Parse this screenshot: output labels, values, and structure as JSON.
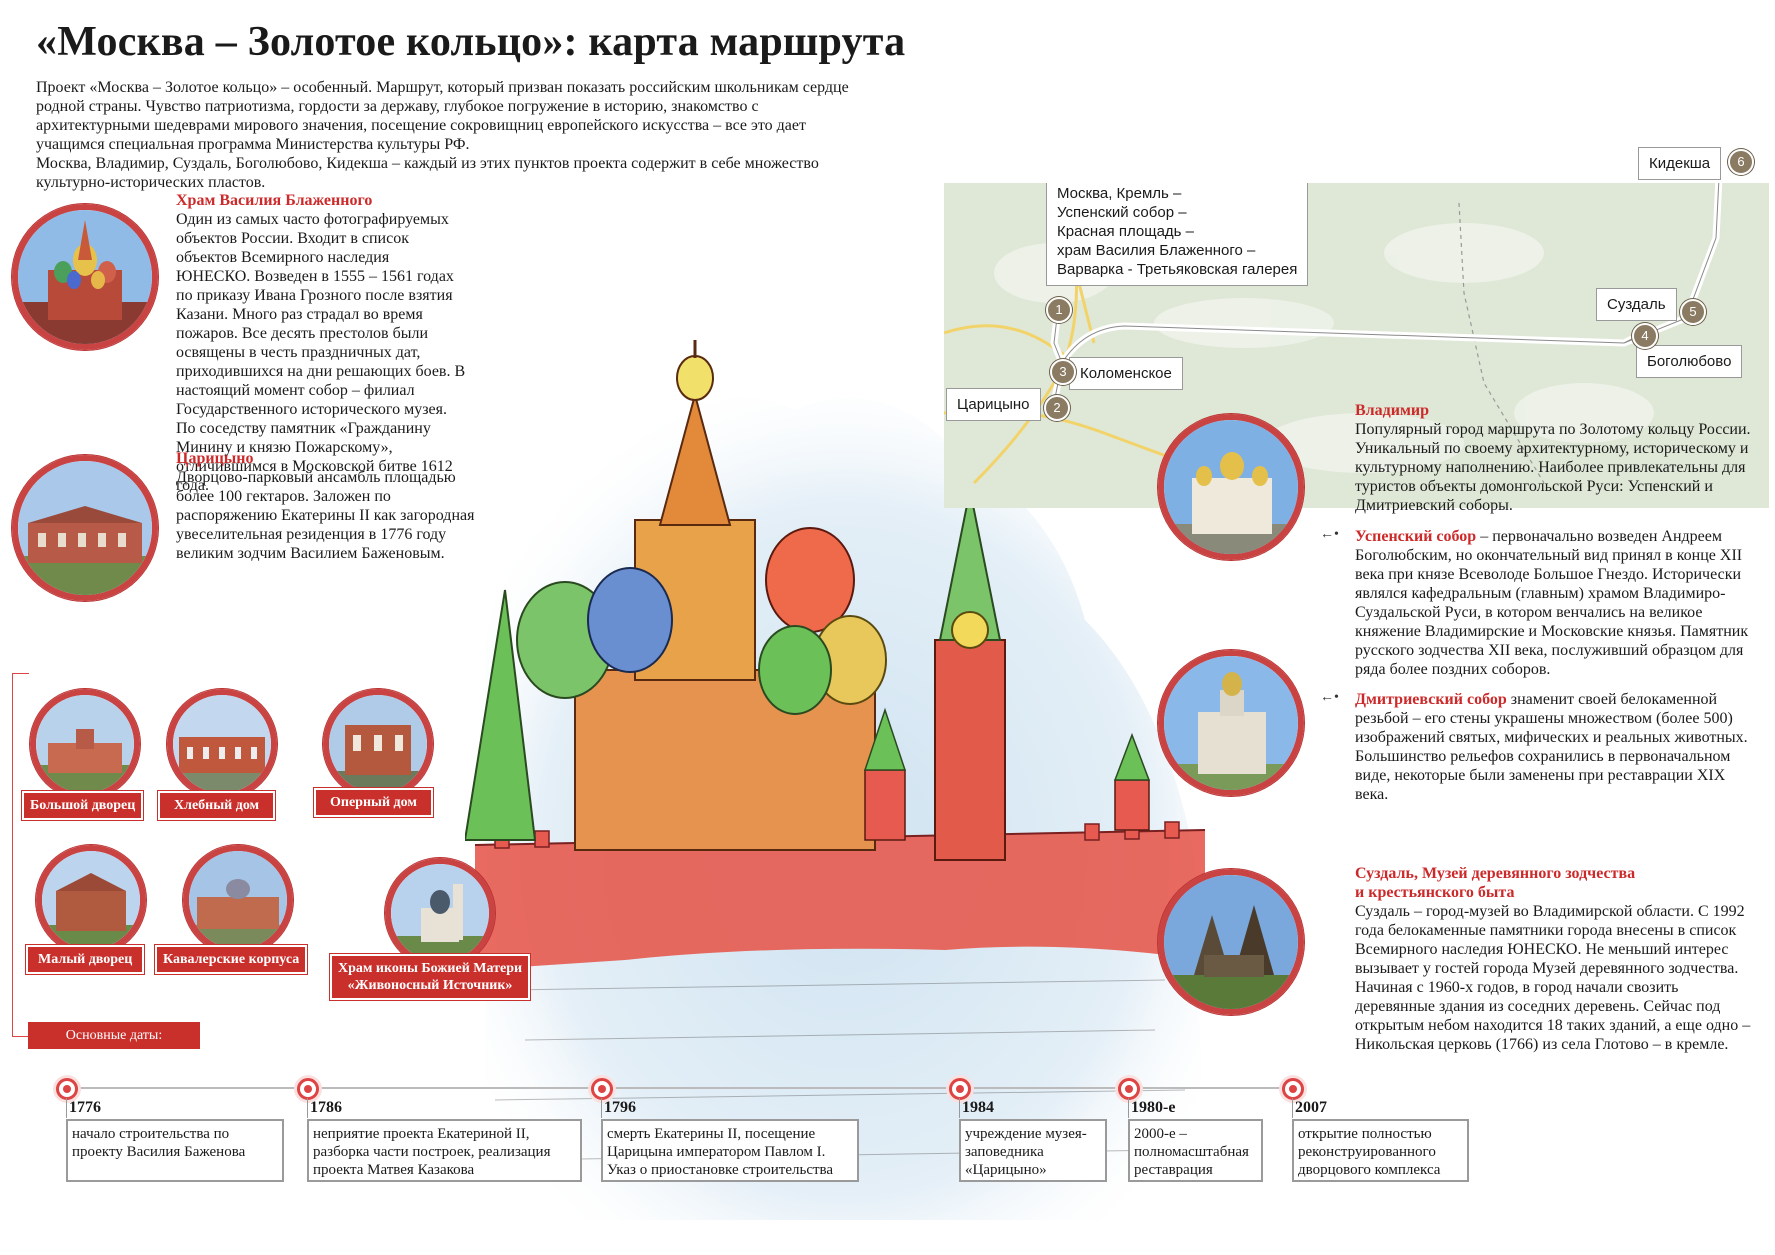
{
  "title": "«Москва – Золотое кольцо»: карта маршрута",
  "intro": [
    "Проект «Москва – Золотое кольцо» – особенный. Маршрут, который призван показать российским школьникам сердце родной страны. Чувство патриотизма, гордости за державу, глубокое погружение в историю, знакомство с архитектурными шедеврами мирового значения, посещение сокровищниц европейского искусства – все это дает учащимся специальная программа Министерства культуры РФ.",
    "Москва, Владимир, Суздаль, Боголюбово, Кидекша – каждый из этих пунктов проекта содержит в себе множество культурно-исторических пластов."
  ],
  "vasily": {
    "title": "Храм  Василия Блаженного",
    "text": "Один из самых часто фотографируемых объектов России. Входит в список объектов Всемирного наследия ЮНЕСКО. Возведен в 1555 – 1561 годах по приказу Ивана Грозного после взятия Казани. Много раз страдал во время пожаров. Все десять престолов были освящены в честь праздничных дат, приходившихся на дни решающих боев. В настоящий момент собор – филиал Государственного исторического музея. По соседству памятник «Гражданину Минину и князю Пожарскому», отличившимся в Московской битве 1612 года."
  },
  "tsaritsyno": {
    "title": "Царицыно",
    "text": "Дворцово-парковый ансамбль площадью более 100 гектаров. Заложен по распоряжению Екатерины II как загородная увеселительная резиденция в 1776 году великим зодчим Василием Баженовым."
  },
  "buildings": {
    "big_palace": "Большой дворец",
    "bread_house": "Хлебный дом",
    "opera_house": "Оперный дом",
    "small_palace": "Малый дворец",
    "cavalry": "Кавалерские корпуса",
    "church_line1": "Храм иконы Божией Матери",
    "church_line2": "«Живоносный Источник»"
  },
  "dates_label": "Основные даты:",
  "timeline": [
    {
      "year": "1776",
      "text": "начало строительства по проекту Василия Баженова"
    },
    {
      "year": "1786",
      "text": "неприятие проекта Екатериной II, разборка части построек, реализация проекта  Матвея Казакова"
    },
    {
      "year": "1796",
      "text": "смерть Екатерины II, посещение Царицына императором Павлом I. Указ о приостановке строительства"
    },
    {
      "year": "1984",
      "text": "учреждение музея-заповедника «Царицыно»"
    },
    {
      "year": "1980-е",
      "text": "2000-е – полномасштабная реставрация"
    },
    {
      "year": "2007",
      "text": "открытие полностью реконструированного дворцового комплекса"
    }
  ],
  "map": {
    "moscow_box": [
      "Москва, Кремль –",
      "Успенский собор –",
      "Красная площадь –",
      "храм  Василия Блаженного –",
      "Варварка - Третьяковская галерея"
    ],
    "kolomenskoe": "Коломенское",
    "tsaritsyno": "Царицыно",
    "suzdal": "Суздаль",
    "bogolyubovo": "Боголюбово",
    "kideksha": "Кидекша",
    "pins": [
      "1",
      "2",
      "3",
      "4",
      "5",
      "6"
    ]
  },
  "vladimir": {
    "title": "Владимир",
    "text": "Популярный город маршрута по Золотому кольцу России. Уникальный по своему архитектурному, историческому и культурному наполнению. Наиболее привлекательны для туристов объекты домонгольской Руси: Успенский и Дмитриевский соборы."
  },
  "uspensky": {
    "title": "Успенский собор",
    "text": " – первоначально возведен Андреем Боголюбским, но окончательный вид принял в конце XII века при князе Всеволоде Большое Гнездо. Исторически являлся кафедральным (главным) храмом Владимиро-Суздальской Руси, в котором венчались на великое княжение Владимирские и Московские князья. Памятник русского зодчества XII века, послуживший образцом для ряда более поздних соборов."
  },
  "dmitrievsky": {
    "title": "Дмитриевский собор",
    "text": " знаменит своей белокаменной резьбой – его стены украшены множеством (более 500) изображений святых, мифических и реальных животных. Большинство рельефов сохранились в первоначальном виде, некоторые были заменены при реставрации XIX века."
  },
  "suzdal": {
    "title_line1": "Суздаль, Музей деревянного зодчества",
    "title_line2": "и крестьянского быта",
    "text": "Суздаль – город-музей во Владимирской области. С 1992 года белокаменные памятники города внесены в список Всемирного наследия ЮНЕСКО. Не меньший интерес вызывает у гостей города Музей деревянного зодчества. Начиная с 1960-х годов, в город начали свозить деревянные здания из соседних деревень. Сейчас под открытым небом находится 18 таких зданий, а еще одно – Никольская церковь (1766) из села Глотово – в кремле."
  },
  "colors": {
    "accent": "#cc2a2a",
    "label_bg": "#c9302c",
    "map_bg": "#dfe8d7",
    "pin": "#8a7b62"
  }
}
